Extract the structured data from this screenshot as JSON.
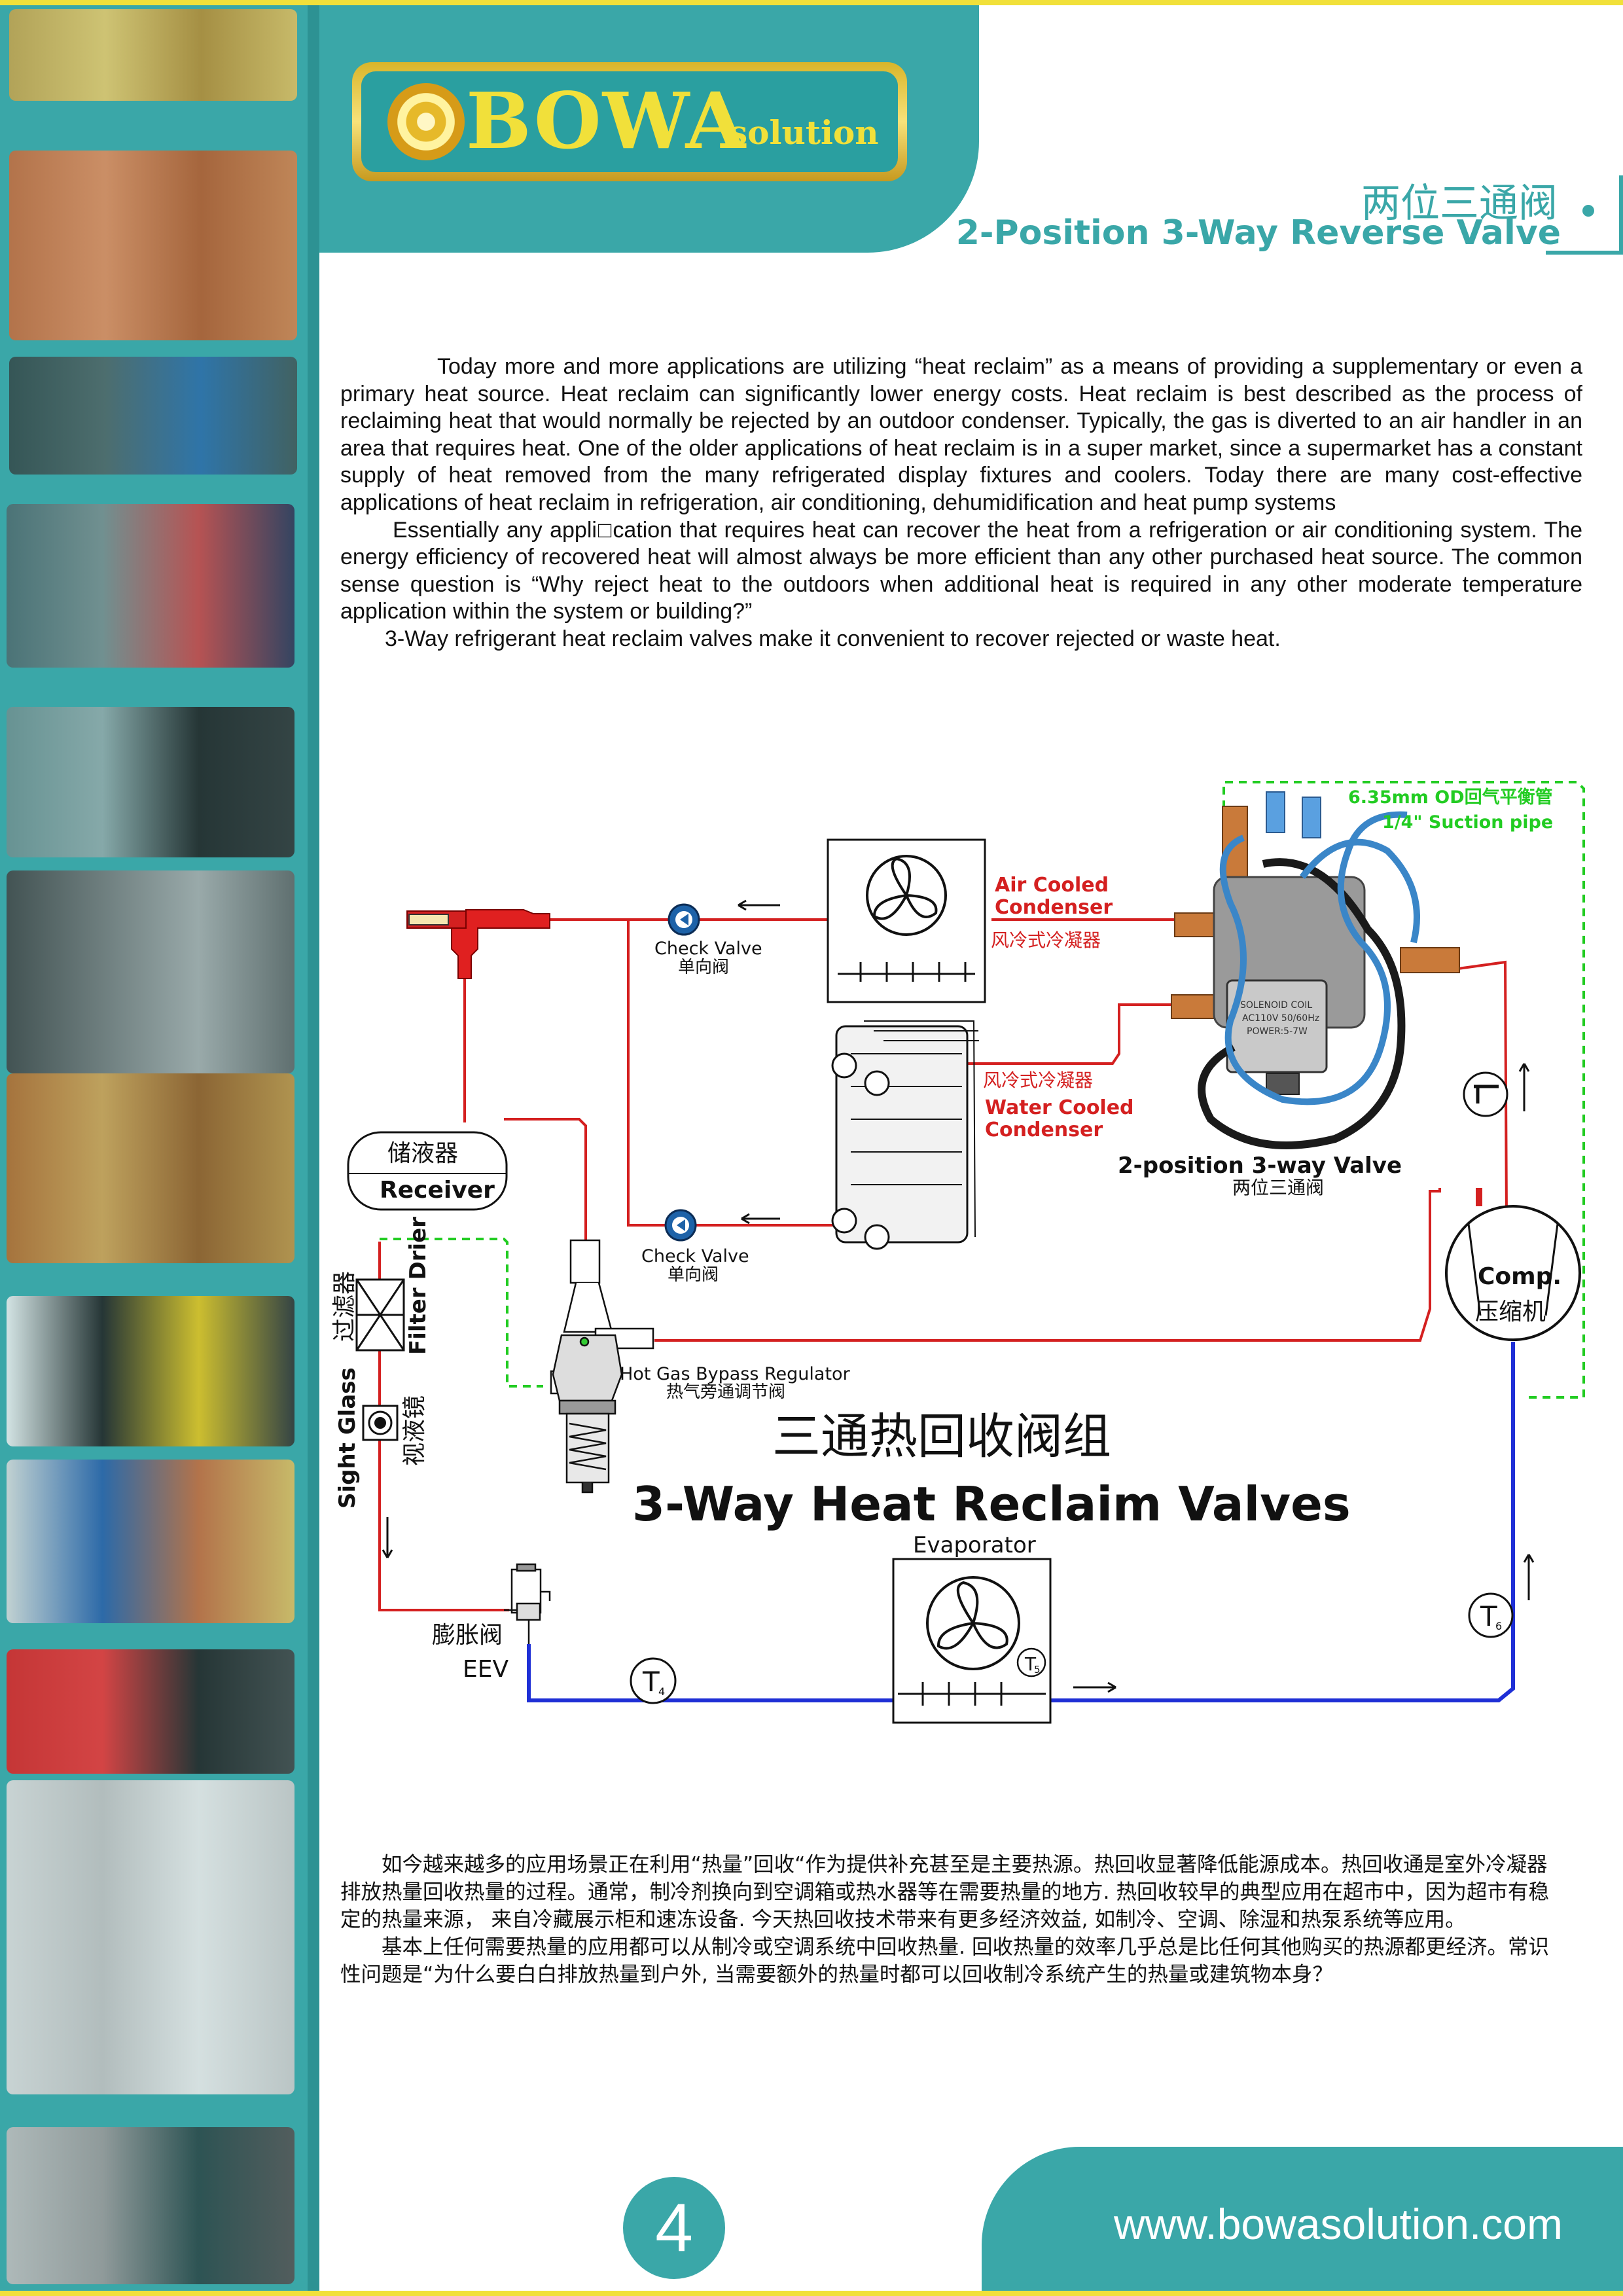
{
  "brand": {
    "logo_main": "BOWA",
    "logo_sub": "solution"
  },
  "title": {
    "chinese": "两位三通阀",
    "english": "2-Position 3-Way Reverse Valve"
  },
  "intro_paragraphs": [
    "Today more and more applications are utilizing “heat reclaim” as a means of providing a supplementary or even a primary heat source. Heat reclaim can significantly lower energy costs. Heat reclaim is best described as the process of reclaiming heat that would normally be rejected by an outdoor condenser.  Typically, the gas is diverted to an air handler in an area that requires heat. One of the older applications of heat reclaim is in a super market, since a supermarket has a constant supply of heat removed from the many refrigerated display fixtures and coolers.  Today there are many cost-effective applications of heat reclaim in  refrigeration,  air conditioning, dehumidification and heat pump systems",
    "Essentially any appli□cation that requires heat can recover the heat from a refrigeration or air conditioning system. The energy efficiency of recovered heat will almost always be more efficient than any other purchased heat source.      The common sense question is “Why reject heat to the outdoors when additional heat is required in any other moderate temperature application within the system or building?”",
    "3-Way refrigerant heat reclaim valves make it convenient to recover rejected or waste heat."
  ],
  "diagram": {
    "suction_pipe_cn": "6.35mm OD回气平衡管",
    "suction_pipe_en": "1/4\" Suction pipe",
    "air_cooled_en_1": "Air Cooled",
    "air_cooled_en_2": "Condenser",
    "air_cooled_cn": "风冷式冷凝器",
    "water_cooled_cn": "风冷式冷凝器",
    "water_cooled_en_1": "Water Cooled",
    "water_cooled_en_2": "Condenser",
    "check_valve_en": "Check Valve",
    "check_valve_cn": "单向阀",
    "valve_en": "2-position 3-way Valve",
    "valve_cn": "两位三通阀",
    "coil_label_1": "SOLENOID COIL",
    "coil_label_2": "AC110V 50/60Hz",
    "coil_label_3": "POWER:5-7W",
    "receiver_cn": "储液器",
    "receiver_en": "Receiver",
    "filter_cn": "过滤器",
    "filter_en": "Filter Drier",
    "sight_en": "Sight Glass",
    "sight_cn": "视液镜",
    "hot_gas_en": "Hot Gas Bypass Regulator",
    "hot_gas_cn": "热气旁通调节阀",
    "main_title_cn": "三通热回收阀组",
    "main_title_en": "3-Way Heat Reclaim Valves",
    "evaporator": "Evaporator",
    "eev_cn": "膨胀阀",
    "eev_en": "EEV",
    "comp_en": "Comp.",
    "comp_cn": "压缩机",
    "t4": "T",
    "t4_sub": "4",
    "t5": "T",
    "t5_sub": "5",
    "t6": "T",
    "t6_sub": "6"
  },
  "chinese_paragraphs": [
    "　　如今越来越多的应用场景正在利用“热量”回收“作为提供补充甚至是主要热源。热回收显著降低能源成本。热回收通是室外冷凝器排放热量回收热量的过程。通常，制冷剂换向到空调箱或热水器等在需要热量的地方. 热回收较早的典型应用在超市中，因为超市有稳定的热量来源， 来自冷藏展示柜和速冻设备. 今天热回收技术带来有更多经济效益, 如制冷、空调、除湿和热泵系统等应用。",
    "　　基本上任何需要热量的应用都可以从制冷或空调系统中回收热量. 回收热量的效率几乎总是比任何其他购买的热源都更经济。常识性问题是“为什么要白白排放热量到户外, 当需要额外的热量时都可以回收制冷系统产生的热量或建筑物本身？"
  ],
  "footer": {
    "page_number": "4",
    "website": "www.bowasolution.com"
  },
  "colors": {
    "teal": "#3aa7a8",
    "yellow": "#f1e03a",
    "pipe_red": "#d42020",
    "pipe_blue": "#1e2fd6",
    "dashed_green": "#22cc22"
  }
}
